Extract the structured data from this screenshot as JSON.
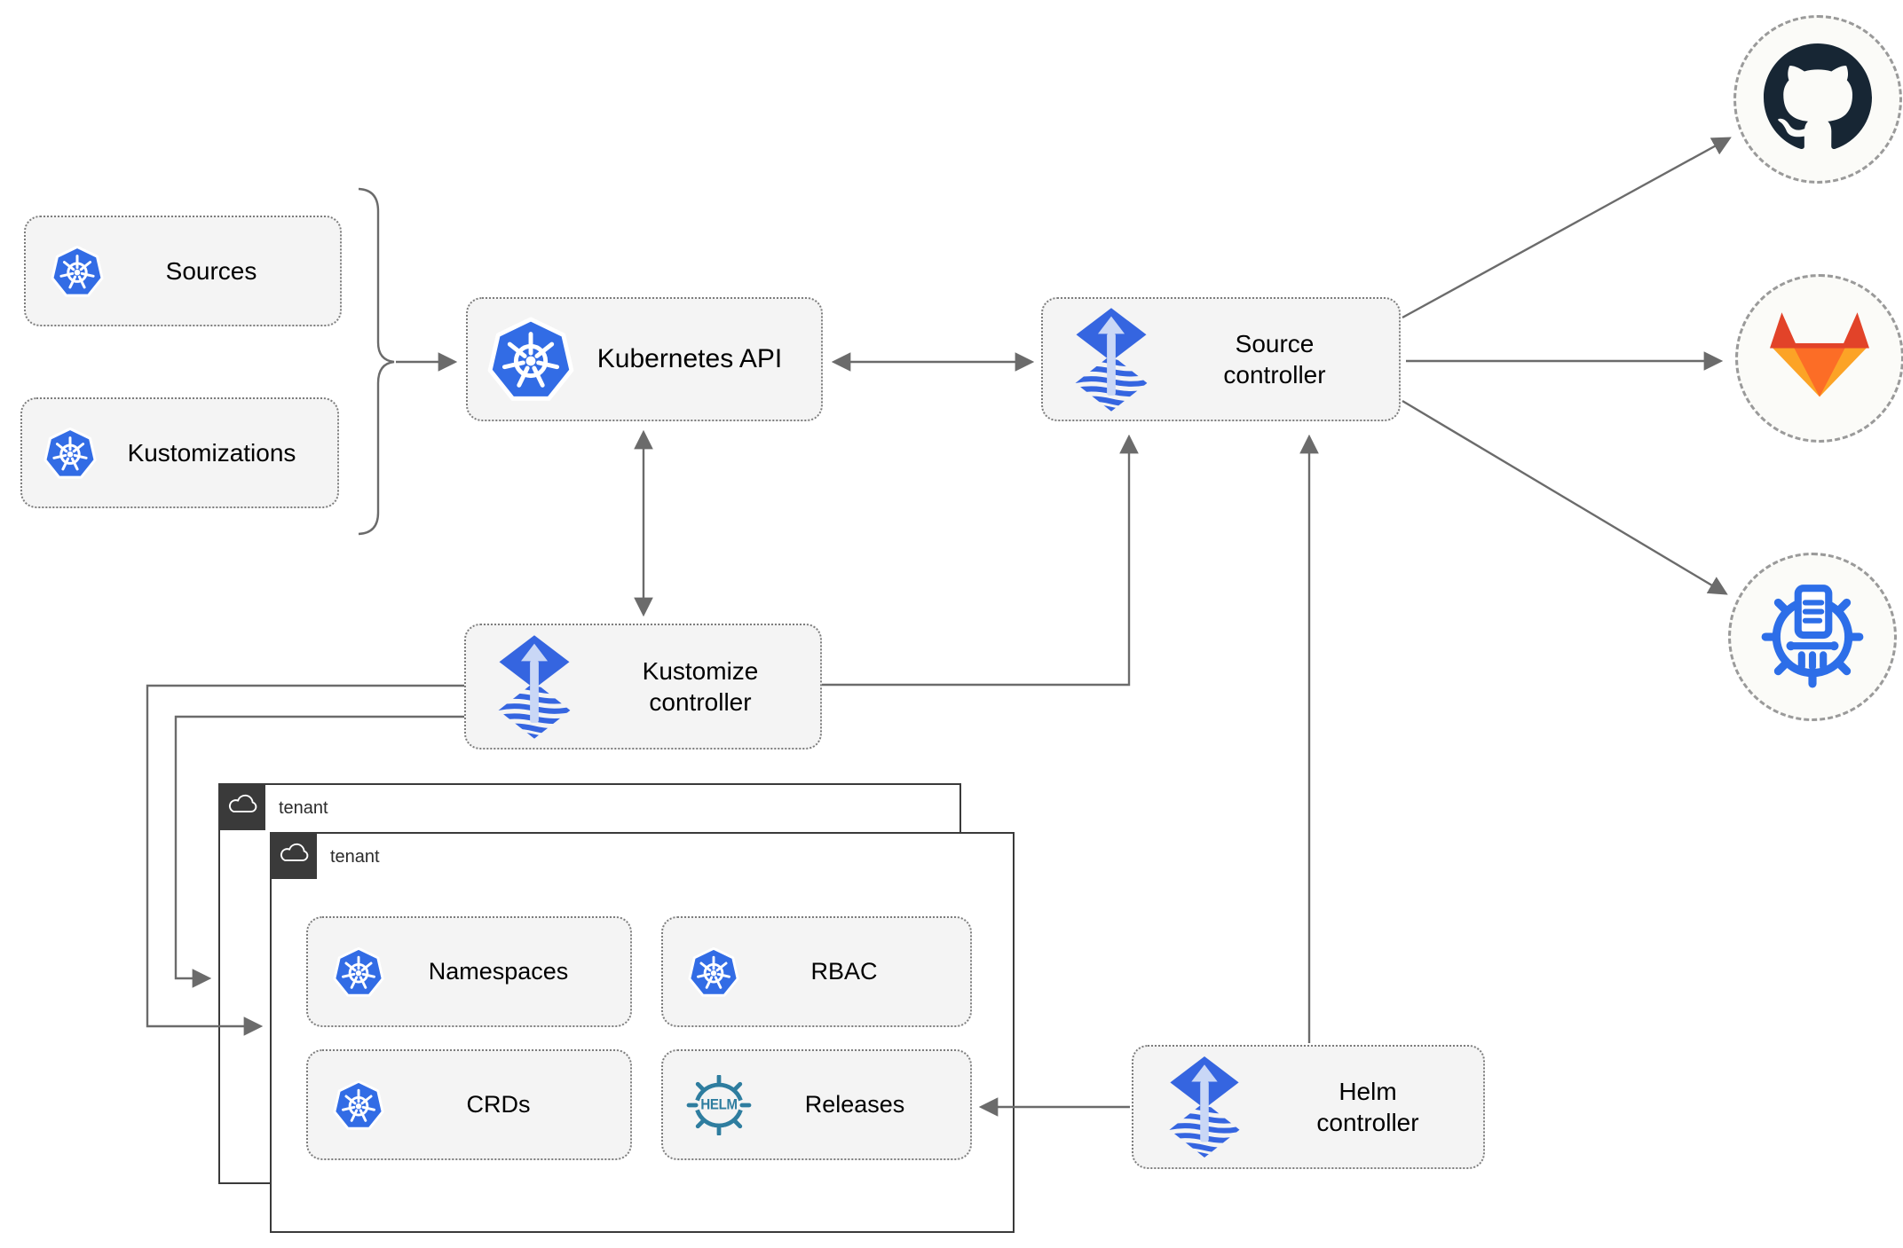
{
  "labels": {
    "sources": "Sources",
    "kustomizations": "Kustomizations",
    "kubernetes_api": "Kubernetes API",
    "source_controller": "Source controller",
    "kustomize_controller": "Kustomize controller",
    "helm_controller": "Helm controller",
    "tenant_back": "tenant",
    "tenant_front": "tenant",
    "namespaces": "Namespaces",
    "rbac": "RBAC",
    "crds": "CRDs",
    "releases": "Releases",
    "helm_logo": "HELM"
  },
  "icons": {
    "kubernetes": "kubernetes-wheel-heptagon",
    "flux": "flux-diamond-arrow",
    "github": "github-octocat",
    "gitlab": "gitlab-tanuki",
    "chartmuseum": "chartmuseum-wheel-column",
    "helm": "helm-ship-wheel",
    "cloud": "cloud-outline"
  },
  "colors": {
    "kubernetes_blue": "#326ce5",
    "flux_blue": "#3565e0",
    "flux_arrow_light": "#c9d7f6",
    "helm_teal": "#2e7d9f",
    "chartmuseum_blue": "#2d6ee8",
    "github_dark": "#172634",
    "gitlab_red": "#e24329",
    "gitlab_orange": "#fc6d26",
    "gitlab_amber": "#fca326",
    "connector_gray": "#6b6b6b",
    "node_background": "#f4f4f4",
    "tenant_chip_dark": "#3a3a3a"
  },
  "connections": [
    {
      "from": "sources-kustomizations-group",
      "to": "kubernetes-api",
      "style": "arrow"
    },
    {
      "from": "kubernetes-api",
      "to": "source-controller",
      "style": "double-arrow"
    },
    {
      "from": "kubernetes-api",
      "to": "kustomize-controller",
      "style": "double-arrow"
    },
    {
      "from": "kustomize-controller",
      "to": "source-controller",
      "style": "arrow"
    },
    {
      "from": "kustomize-controller",
      "to": "tenant-back",
      "style": "arrow"
    },
    {
      "from": "kustomize-controller",
      "to": "tenant-front",
      "style": "arrow"
    },
    {
      "from": "helm-controller",
      "to": "source-controller",
      "style": "arrow"
    },
    {
      "from": "helm-controller",
      "to": "releases",
      "style": "arrow"
    },
    {
      "from": "source-controller",
      "to": "github",
      "style": "arrow"
    },
    {
      "from": "source-controller",
      "to": "gitlab",
      "style": "arrow"
    },
    {
      "from": "source-controller",
      "to": "chartmuseum",
      "style": "arrow"
    }
  ]
}
